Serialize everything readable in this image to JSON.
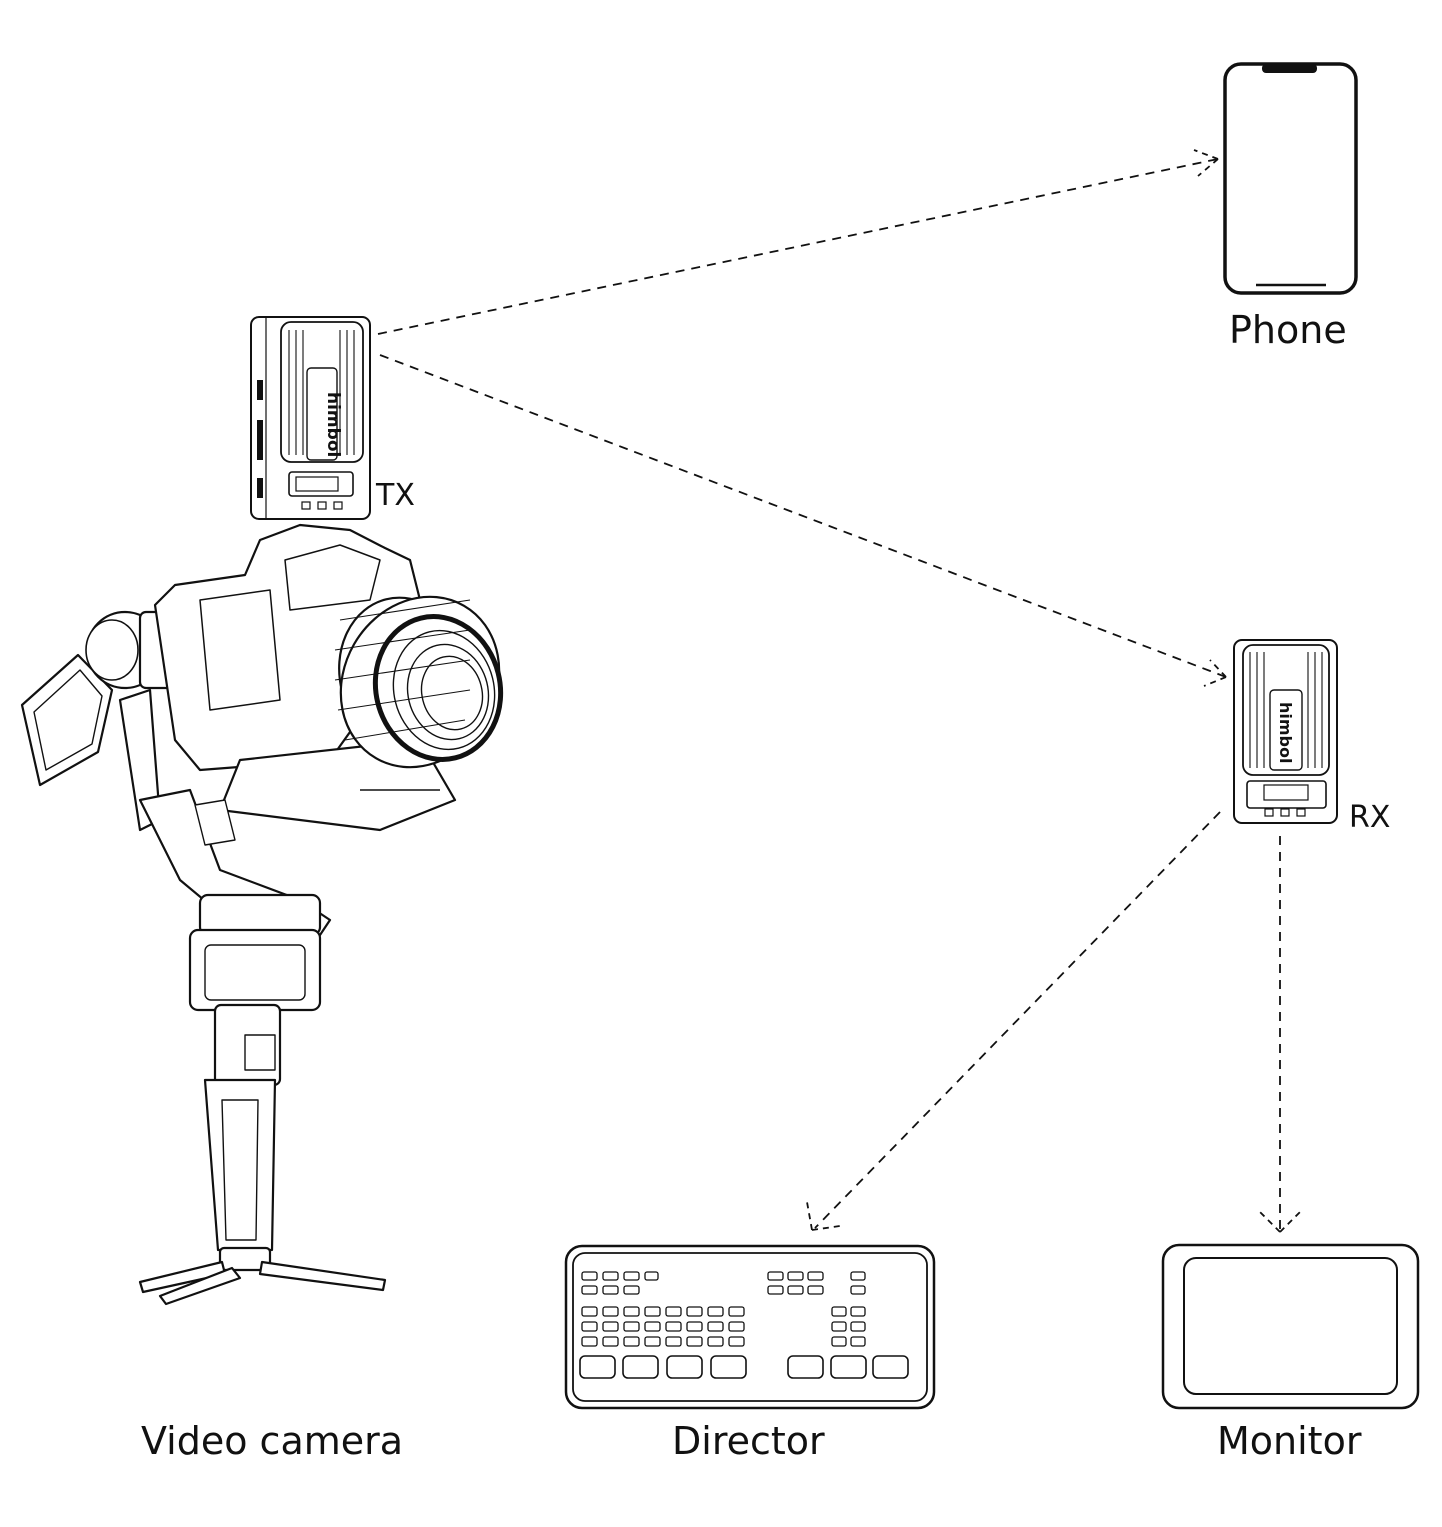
{
  "diagram": {
    "nodes": {
      "phone": {
        "label": "Phone",
        "icon": "smartphone-icon"
      },
      "tx": {
        "label": "TX",
        "brand_text": "himbol",
        "icon": "transmitter-icon"
      },
      "rx": {
        "label": "RX",
        "brand_text": "himbol",
        "icon": "receiver-icon"
      },
      "camera": {
        "label": "Video camera",
        "icon": "gimbal-camera-icon"
      },
      "director": {
        "label": "Director",
        "icon": "switcher-console-icon"
      },
      "monitor": {
        "label": "Monitor",
        "icon": "monitor-icon"
      }
    },
    "edges": [
      {
        "from": "TX",
        "to": "Phone",
        "style": "dashed"
      },
      {
        "from": "TX",
        "to": "RX",
        "style": "dashed"
      },
      {
        "from": "RX",
        "to": "Director",
        "style": "dashed"
      },
      {
        "from": "RX",
        "to": "Monitor",
        "style": "dashed"
      }
    ],
    "colors": {
      "stroke": "#111111",
      "background": "#ffffff"
    }
  }
}
